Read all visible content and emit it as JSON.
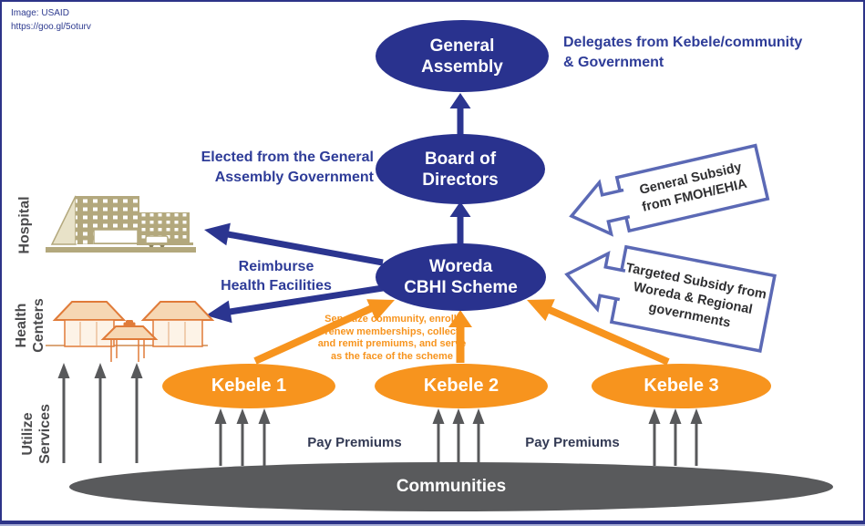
{
  "attribution": {
    "line1": "Image: USAID",
    "line2": "https://goo.gl/5oturv"
  },
  "nodes": {
    "general_assembly": {
      "line1": "General",
      "line2": "Assembly"
    },
    "board_of_directors": {
      "line1": "Board of",
      "line2": "Directors"
    },
    "woreda_cbhi": {
      "line1": "Woreda",
      "line2": "CBHI Scheme"
    },
    "kebele1": "Kebele 1",
    "kebele2": "Kebele 2",
    "kebele3": "Kebele 3",
    "communities": "Communities"
  },
  "annotations": {
    "delegates": {
      "line1": "Delegates from Kebele/community",
      "line2": "& Government"
    },
    "elected": {
      "line1": "Elected from the General",
      "line2": "Assembly Government"
    },
    "reimburse": {
      "line1": "Reimburse",
      "line2": "Health Facilities"
    },
    "sensitize": {
      "line1": "Sensitize community, enroll/",
      "line2": "renew memberships, collect",
      "line3": "and remit premiums, and serve",
      "line4": "as the face of the scheme"
    },
    "pay_premiums_left": "Pay Premiums",
    "pay_premiums_right": "Pay Premiums"
  },
  "banners": {
    "general_subsidy": {
      "line1": "General Subsidy",
      "line2": "from FMOH/EHIA"
    },
    "targeted_subsidy": {
      "line1": "Targeted Subsidy from",
      "line2": "Woreda & Regional",
      "line3": "governments"
    }
  },
  "side_labels": {
    "hospital": "Hospital",
    "health_centers": {
      "line1": "Health",
      "line2": "Centers"
    },
    "utilize_services": {
      "line1": "Utilize",
      "line2": "Services"
    }
  },
  "colors": {
    "navy_fill": "#29328e",
    "navy_text": "#2e3c98",
    "orange": "#f7941e",
    "communities_gray": "#595a5c",
    "arrow_gray": "#58595b",
    "banner_border": "#5b69b5",
    "frame_border": "#2d3488"
  }
}
